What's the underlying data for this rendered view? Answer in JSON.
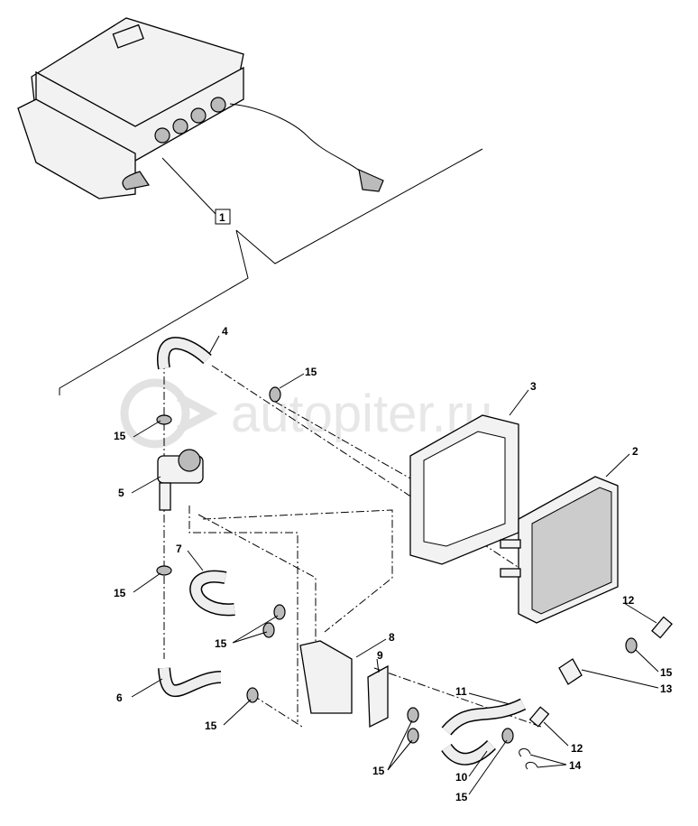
{
  "watermark": "autopiter.ru",
  "callouts": [
    "1",
    "2",
    "3",
    "4",
    "5",
    "6",
    "7",
    "8",
    "9",
    "10",
    "11",
    "12",
    "12",
    "13",
    "14",
    "14",
    "15",
    "15",
    "15",
    "15",
    "15",
    "15",
    "15",
    "15",
    "15"
  ],
  "labels": {
    "c1": "1",
    "c2": "2",
    "c3": "3",
    "c4": "4",
    "c5": "5",
    "c6": "6",
    "c7": "7",
    "c8": "8",
    "c9": "9",
    "c10": "10",
    "c11": "11",
    "c12a": "12",
    "c12b": "12",
    "c13": "13",
    "c14": "14",
    "c15": "15"
  }
}
